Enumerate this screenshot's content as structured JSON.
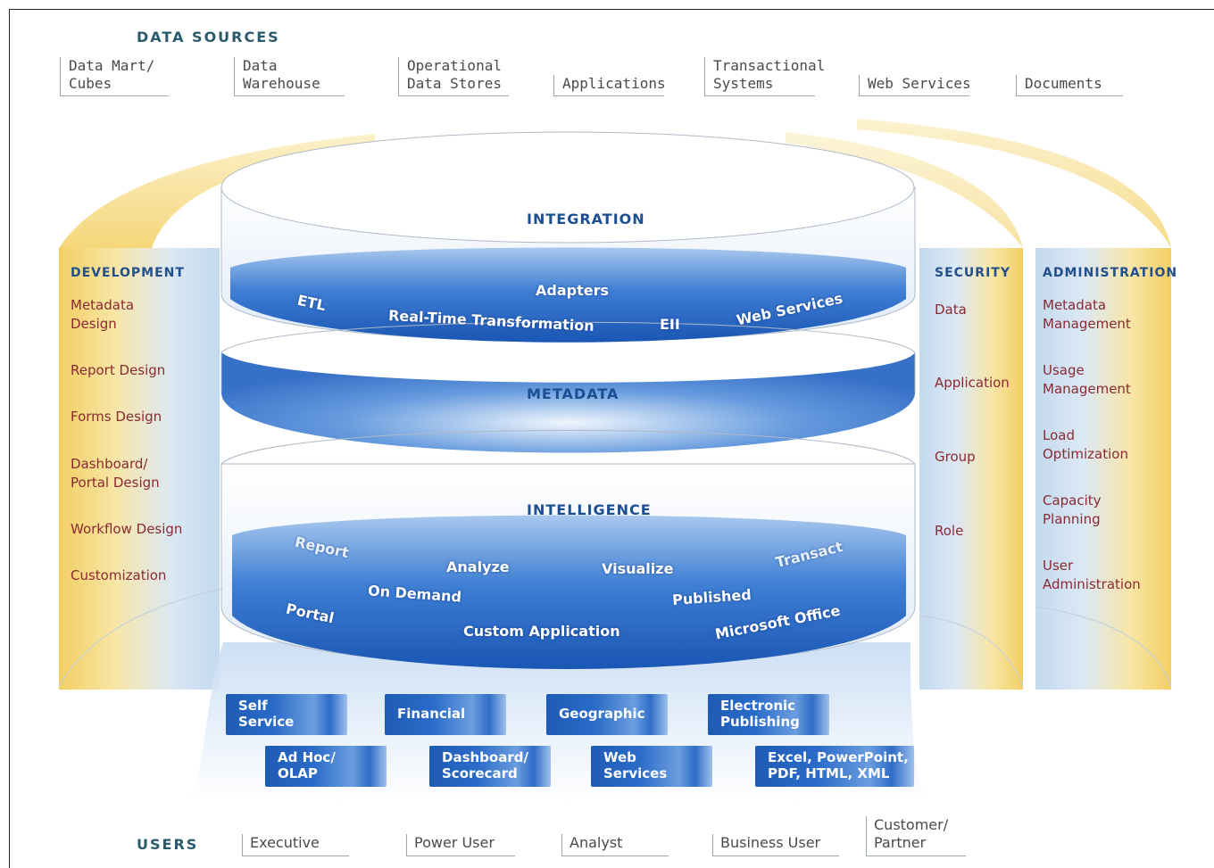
{
  "data_sources": {
    "heading": "DATA SOURCES",
    "items": [
      "Data Mart/\nCubes",
      "Data\nWarehouse",
      "Operational\nData Stores",
      "Applications",
      "Transactional\nSystems",
      "Web Services",
      "Documents"
    ]
  },
  "layers": {
    "integration": {
      "title": "INTEGRATION",
      "labels": [
        "ETL",
        "Adapters",
        "Real-Time Transformation",
        "EII",
        "Web Services"
      ]
    },
    "metadata": {
      "title": "METADATA"
    },
    "intelligence": {
      "title": "INTELLIGENCE",
      "labels": [
        "Report",
        "Analyze",
        "Visualize",
        "Transact",
        "On Demand",
        "Published",
        "Portal",
        "Custom Application",
        "Microsoft Office"
      ]
    }
  },
  "development": {
    "title": "DEVELOPMENT",
    "items": [
      "Metadata\nDesign",
      "Report Design",
      "Forms Design",
      "Dashboard/\nPortal Design",
      "Workflow Design",
      "Customization"
    ]
  },
  "security": {
    "title": "SECURITY",
    "items": [
      "Data",
      "Application",
      "Group",
      "Role"
    ]
  },
  "administration": {
    "title": "ADMINISTRATION",
    "items": [
      "Metadata\nManagement",
      "Usage\nManagement",
      "Load\nOptimization",
      "Capacity\nPlanning",
      "User\nAdministration"
    ]
  },
  "deliverables": {
    "row1": [
      "Self\nService",
      "Financial",
      "Geographic",
      "Electronic\nPublishing"
    ],
    "row2": [
      "Ad Hoc/\nOLAP",
      "Dashboard/\nScorecard",
      "Web\nServices",
      "Excel, PowerPoint,\nPDF, HTML, XML"
    ]
  },
  "users": {
    "heading": "USERS",
    "items": [
      "Executive",
      "Power User",
      "Analyst",
      "Business User",
      "Customer/\nPartner"
    ]
  },
  "colors": {
    "heading": "#2a5a6b",
    "pillar_gold": "#f2cf6a",
    "pillar_blue": "#cfe0f2",
    "band_blue": "#1f5fbf",
    "side_text": "#8a2a33"
  }
}
